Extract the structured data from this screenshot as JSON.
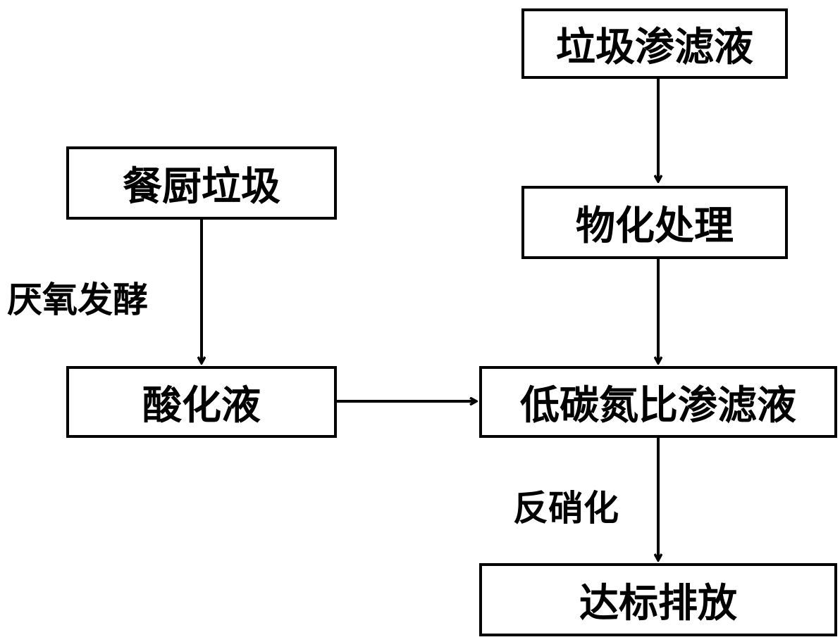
{
  "diagram": {
    "nodes": [
      {
        "id": "landfill_leachate",
        "label": "垃圾渗滤液"
      },
      {
        "id": "physchem_treatment",
        "label": "物化处理"
      },
      {
        "id": "kitchen_waste",
        "label": "餐厨垃圾"
      },
      {
        "id": "acidified_liquid",
        "label": "酸化液"
      },
      {
        "id": "low_cn_leachate",
        "label": "低碳氮比渗滤液"
      },
      {
        "id": "discharge",
        "label": "达标排放"
      }
    ],
    "edges": [
      {
        "from": "landfill_leachate",
        "to": "physchem_treatment",
        "label": ""
      },
      {
        "from": "physchem_treatment",
        "to": "low_cn_leachate",
        "label": ""
      },
      {
        "from": "kitchen_waste",
        "to": "acidified_liquid",
        "label": "厌氧发酵"
      },
      {
        "from": "acidified_liquid",
        "to": "low_cn_leachate",
        "label": ""
      },
      {
        "from": "low_cn_leachate",
        "to": "discharge",
        "label": "反硝化"
      }
    ]
  },
  "colors": {
    "stroke": "#000000",
    "background": "#ffffff"
  }
}
